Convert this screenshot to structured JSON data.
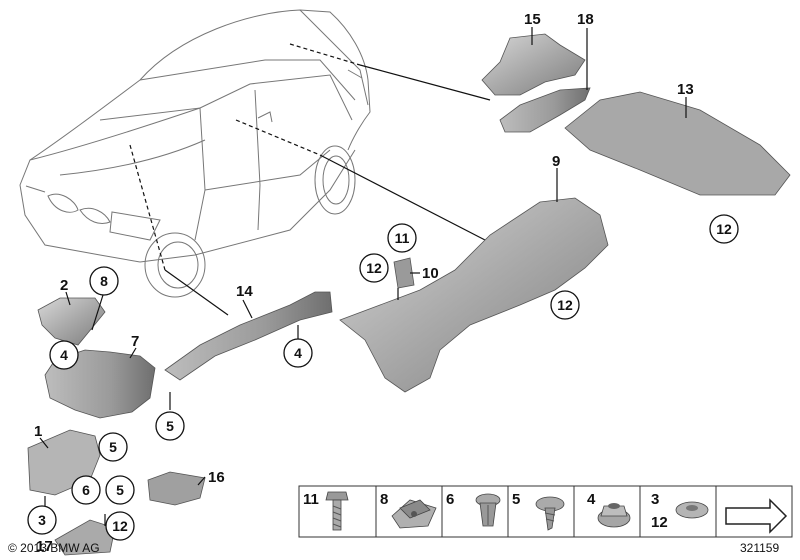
{
  "diagram": {
    "copyright": "© 2013 BMW AG",
    "document_number": "321159",
    "part_labels": {
      "p15": "15",
      "p18": "18",
      "p13": "13",
      "p9": "9",
      "p12_right": "12",
      "p11": "11",
      "p12_mid": "12",
      "p10": "10",
      "p12_mid2": "12",
      "p14": "14",
      "p4_mid": "4",
      "p2": "2",
      "p8": "8",
      "p7": "7",
      "p4_left": "4",
      "p5_mid": "5",
      "p1": "1",
      "p5_left": "5",
      "p6": "6",
      "p5_low": "5",
      "p16": "16",
      "p3": "3",
      "p12_low": "12",
      "p17": "17"
    },
    "legend": [
      {
        "num": "11",
        "icon": "bolt-icon"
      },
      {
        "num": "8",
        "icon": "clip-nut-icon"
      },
      {
        "num": "6",
        "icon": "expanding-rivet-icon"
      },
      {
        "num": "5",
        "icon": "screw-icon"
      },
      {
        "num": "4",
        "icon": "hex-nut-icon"
      },
      {
        "num": "3",
        "num2": "12",
        "icon": "washer-nut-icon"
      },
      {
        "icon": "arrow-icon"
      }
    ]
  }
}
